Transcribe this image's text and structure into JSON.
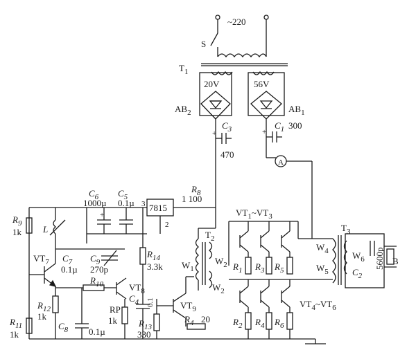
{
  "labels": {
    "mains": "~220",
    "switch": "S",
    "transformer1": "T",
    "transformer1_sub": "1",
    "v20": "20V",
    "v56": "56V",
    "ab2": "AB",
    "ab2_sub": "2",
    "ab1": "AB",
    "ab1_sub": "1",
    "c3": "C",
    "c3_sub": "3",
    "c3_val": "470",
    "c1": "C",
    "c1_sub": "1",
    "c1_val": "300",
    "ammeter": "A",
    "c6": "C",
    "c6_sub": "6",
    "c6_val": "1000µ",
    "c5": "C",
    "c5_sub": "5",
    "c5_val": "0.1µ",
    "pin3": "3",
    "pin2": "2",
    "reg": "7815",
    "r8": "R",
    "r8_sub": "8",
    "r8_val": "1 100",
    "vt13": "VT",
    "vt13_sub": "1",
    "vt13_tilde": "~VT",
    "vt13_sub2": "3",
    "t3": "T",
    "t3_sub": "3",
    "r9": "R",
    "r9_sub": "9",
    "r9_val": "1k",
    "l": "L",
    "t2": "T",
    "t2_sub": "2",
    "w2a": "W",
    "w2a_sub": "2",
    "w1": "W",
    "w1_sub": "1",
    "w2b": "W",
    "w2b_sub": "2",
    "w4": "W",
    "w4_sub": "4",
    "w5": "W",
    "w5_sub": "5",
    "w6": "W",
    "w6_sub": "6",
    "c2": "C",
    "c2_sub": "2",
    "c2_val": "5600p",
    "b": "B",
    "r1": "R",
    "r1_sub": "1",
    "r3": "R",
    "r3_sub": "3",
    "r5": "R",
    "r5_sub": "5",
    "vt7": "VT",
    "vt7_sub": "7",
    "c7": "C",
    "c7_sub": "7",
    "c7_val": "0.1µ",
    "c9": "C",
    "c9_sub": "9",
    "c9_val": "270p",
    "r14": "R",
    "r14_sub": "14",
    "r14_val": "3.3k",
    "r10": "R",
    "r10_sub": "10",
    "vt8": "VT",
    "vt8_sub": "8",
    "c4": "C",
    "c4_sub": "4",
    "c4_val": "0.1",
    "rp": "RP",
    "rp_val": "1k",
    "r12": "R",
    "r12_sub": "12",
    "r12_val": "1k",
    "vt9": "VT",
    "vt9_sub": "9",
    "r4": "R",
    "r4_sub": "4",
    "r4_val": "20",
    "r13": "R",
    "r13_sub": "13",
    "r13_val": "330",
    "r11": "R",
    "r11_sub": "11",
    "r11_val": "1k",
    "c8": "C",
    "c8_sub": "8",
    "c8_val": "0.1µ",
    "r2": "R",
    "r2_sub": "2",
    "r4b": "R",
    "r4b_sub": "4",
    "r6": "R",
    "r6_sub": "6",
    "vt46": "VT",
    "vt46_sub": "4",
    "vt46_tilde": "~VT",
    "vt46_sub2": "6"
  }
}
